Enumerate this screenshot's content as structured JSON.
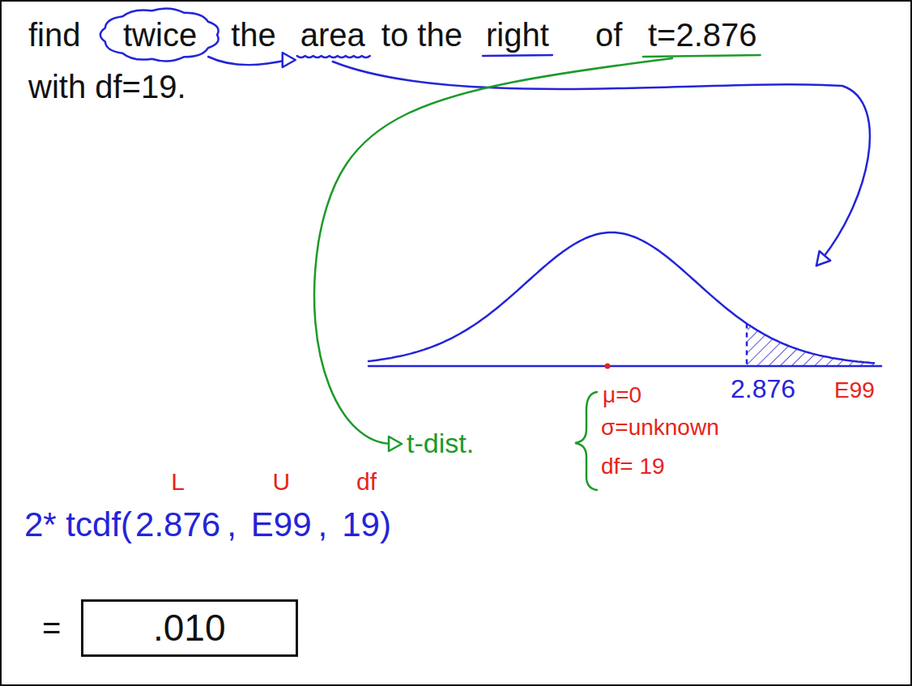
{
  "diagram": {
    "nodes": [
      {
        "text": [
          "twice"
        ]
      },
      {
        "text": [
          ".010"
        ]
      }
    ],
    "labels": [
      "find",
      "the",
      "area",
      "to the",
      "right",
      "of",
      "t=2.876",
      "with df=19.",
      "2.876",
      "E99",
      "t-dist.",
      "μ=0",
      "σ=unknown",
      "df= 19",
      "L",
      "U",
      "df",
      "2* tcdf(",
      "2.876",
      ",",
      "E99",
      ",",
      "19)",
      "="
    ]
  }
}
